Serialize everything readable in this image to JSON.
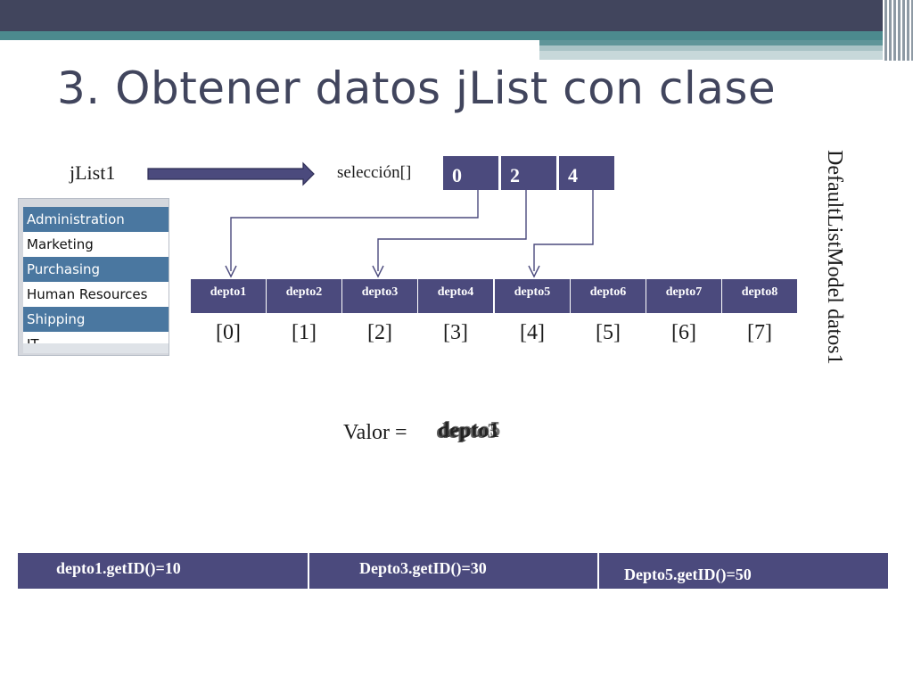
{
  "title": "3. Obtener datos jList con clase",
  "jlist": {
    "label": "jList1",
    "items": [
      {
        "label": "Administration",
        "selected": true
      },
      {
        "label": "Marketing",
        "selected": false
      },
      {
        "label": "Purchasing",
        "selected": true
      },
      {
        "label": "Human Resources",
        "selected": false
      },
      {
        "label": "Shipping",
        "selected": true
      },
      {
        "label": "IT",
        "selected": false
      }
    ]
  },
  "seleccion": {
    "label": "selección[]",
    "values": [
      "0",
      "2",
      "4"
    ]
  },
  "model": {
    "label": "DefaultListModel datos1",
    "items": [
      "depto1",
      "depto2",
      "depto3",
      "depto4",
      "depto5",
      "depto6",
      "depto7",
      "depto8"
    ],
    "indices": [
      "[0]",
      "[1]",
      "[2]",
      "[3]",
      "[4]",
      "[5]",
      "[6]",
      "[7]"
    ]
  },
  "valor": {
    "label": "Valor =",
    "overlapping_values": [
      "depto1",
      "depto3",
      "depto5"
    ]
  },
  "bottom": [
    "depto1.getID()=10",
    "Depto3.getID()=30",
    "Depto5.getID()=50"
  ],
  "colors": {
    "box_fill": "#4b4a7d",
    "arrow_fill": "#4b4a7d",
    "selected_item": "#4a77a0",
    "title": "#41455d"
  }
}
